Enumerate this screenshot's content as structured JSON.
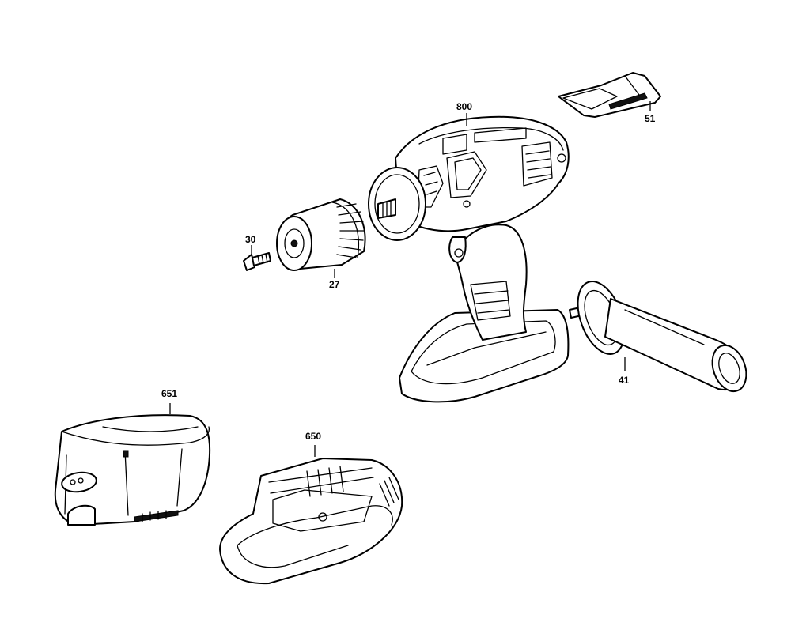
{
  "callouts": {
    "drill_body": "800",
    "belt_clip": "51",
    "screw": "30",
    "chuck": "27",
    "side_handle": "41",
    "battery": "651",
    "charger": "650"
  }
}
